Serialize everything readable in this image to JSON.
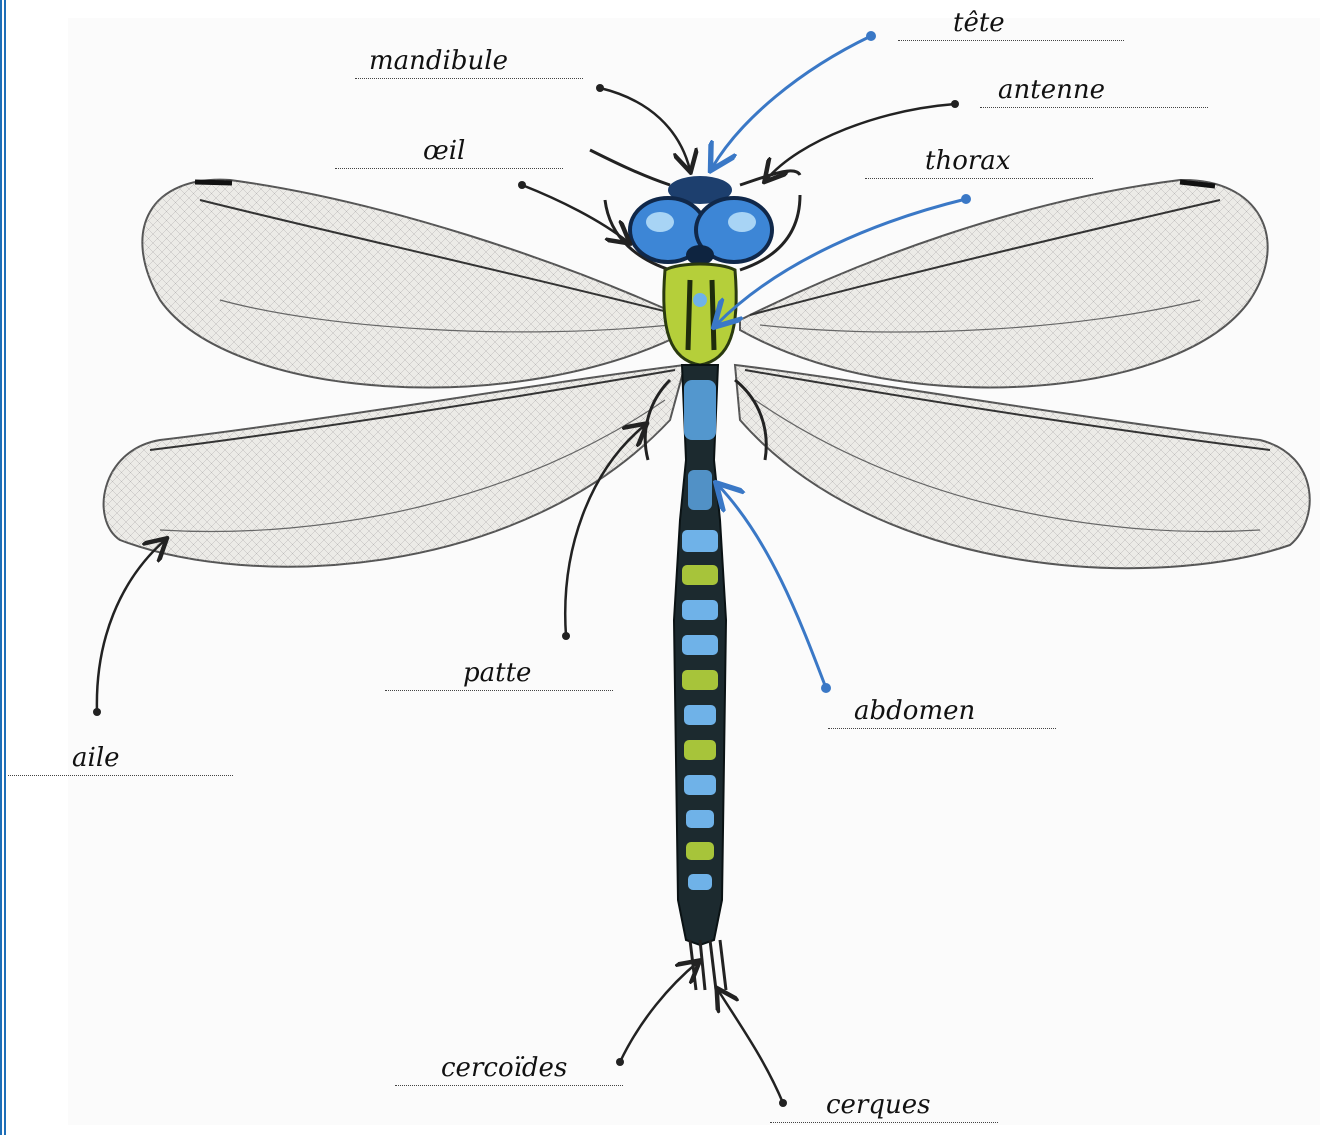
{
  "labels": {
    "tete": "tête",
    "mandibule": "mandibule",
    "antenne": "antenne",
    "oeil": "œil",
    "thorax": "thorax",
    "patte": "patte",
    "abdomen": "abdomen",
    "aile": "aile",
    "cercoides": "cercoïdes",
    "cerques": "cerques"
  },
  "colors": {
    "frame": "#1e6fb8",
    "blue_arrow": "#3a78c6",
    "black_arrow": "#222222",
    "eye_blue": "#3d86d6",
    "thorax_green": "#b5cf3a",
    "wing_fill": "#eceae6"
  }
}
